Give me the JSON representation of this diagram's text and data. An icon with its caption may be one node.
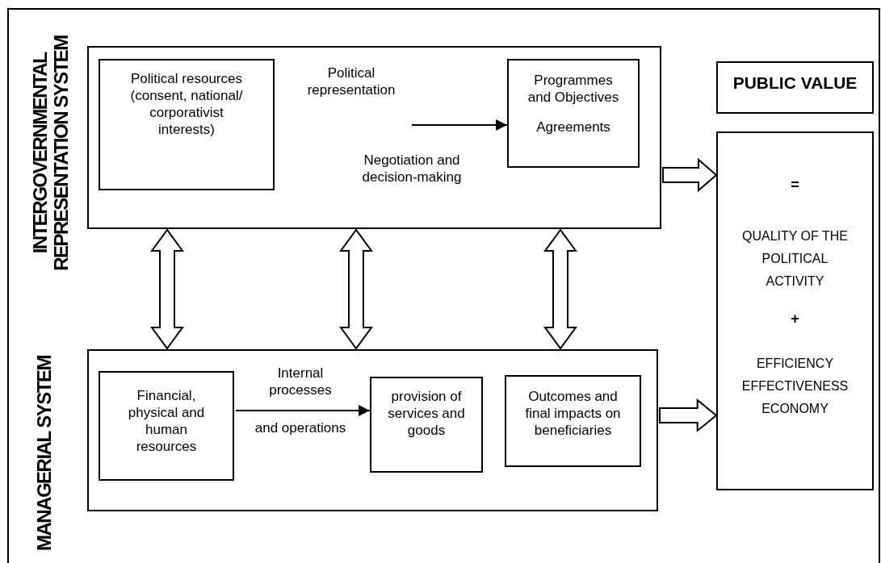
{
  "diagram": {
    "nodes": [
      {
        "text": [
          "Political representation",
          "Negotiation and decision-making"
        ]
      },
      {
        "text": [
          "Political resources (consent, national/ corporativist interests)"
        ],
        "in": 0
      },
      {
        "text": [
          "Programmes and Objectives",
          "Agreements"
        ],
        "in": 0
      },
      {
        "text": [
          "Internal processes",
          "and operations"
        ]
      },
      {
        "text": [
          "Financial, physical and human resources"
        ],
        "in": 3
      },
      {
        "text": [
          "provision of services and goods"
        ],
        "in": 3
      },
      {
        "text": [
          "Outcomes and final impacts on beneficiaries"
        ],
        "in": 3
      },
      {
        "text": [
          "PUBLIC VALUE"
        ]
      },
      {
        "text": [
          "=",
          "QUALITY OF THE POLITICAL ACTIVITY",
          "+",
          "EFFICIENCY EFFECTIVENESS ECONOMY"
        ]
      }
    ],
    "edges": [
      {
        "from": null,
        "to": 2,
        "arrow": "to"
      },
      {
        "from": 4,
        "to": 5,
        "arrow": "to"
      },
      {
        "from": 0,
        "to": 3,
        "arrow": "both",
        "style": "thick"
      },
      {
        "from": 0,
        "to": 3,
        "arrow": "both",
        "style": "thick"
      },
      {
        "from": 0,
        "to": 3,
        "arrow": "both",
        "style": "thick"
      },
      {
        "from": 0,
        "to": 8,
        "arrow": "to",
        "style": "thick"
      },
      {
        "from": 3,
        "to": 8,
        "arrow": "to",
        "style": "thick"
      }
    ],
    "labels": [
      "INTERGOVERNMENTAL REPRESENTATION SYSTEM",
      "MANAGERIAL SYSTEM"
    ]
  }
}
